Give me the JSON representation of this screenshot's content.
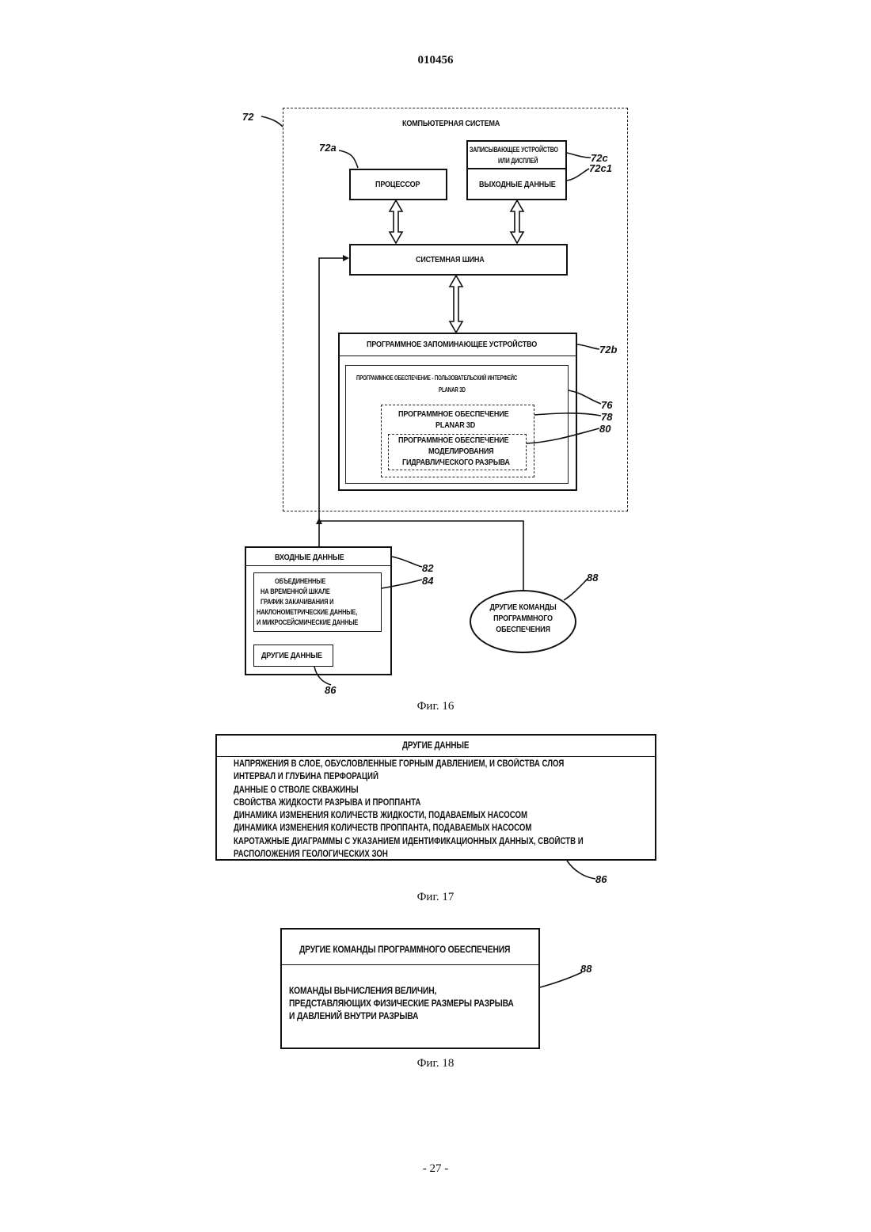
{
  "header": {
    "doc_number": "010456"
  },
  "fig16": {
    "ref_system": "72",
    "system_title": "КОМПЬЮТЕРНАЯ СИСТЕМА",
    "ref_processor": "72a",
    "processor": "ПРОЦЕССОР",
    "recorder_line1": "ЗАПИСЫВАЮЩЕЕ УСТРОЙСТВО",
    "recorder_line2": "ИЛИ ДИСПЛЕЙ",
    "ref_recorder": "72c",
    "ref_output": "72c1",
    "output_data": "ВЫХОДНЫЕ ДАННЫЕ",
    "system_bus": "СИСТЕМНАЯ ШИНА",
    "program_storage": "ПРОГРАММНОЕ ЗАПОМИНАЮЩЕЕ УСТРОЙСТВО",
    "ref_storage": "72b",
    "ui_line1": "ПРОГРАММНОЕ ОБЕСПЕЧЕНИЕ - ПОЛЬЗОВАТЕЛЬСКИЙ ИНТЕРФЕЙС",
    "ui_line2": "PLANAR 3D",
    "ref_ui": "76",
    "planar_line1": "ПРОГРАММНОЕ ОБЕСПЕЧЕНИЕ",
    "planar_line2": "PLANAR 3D",
    "ref_planar": "78",
    "model_line1": "ПРОГРАММНОЕ ОБЕСПЕЧЕНИЕ",
    "model_line2": "МОДЕЛИРОВАНИЯ",
    "model_line3": "ГИДРАВЛИЧЕСКОГО РАЗРЫВА",
    "ref_model": "80",
    "input_title": "ВХОДНЫЕ ДАННЫЕ",
    "ref_input": "82",
    "combined_lines": [
      "ОБЪЕДИНЕННЫЕ",
      "НА ВРЕМЕННОЙ ШКАЛЕ",
      "ГРАФИК ЗАКАЧИВАНИЯ И",
      "НАКЛОНОМЕТРИЧЕСКИЕ ДАННЫЕ,",
      "И МИКРОСЕЙСМИЧЕСКИЕ ДАННЫЕ"
    ],
    "ref_combined": "84",
    "other_data": "ДРУГИЕ ДАННЫЕ",
    "ref_other": "86",
    "other_cmd_lines": [
      "ДРУГИЕ КОМАНДЫ",
      "ПРОГРАММНОГО",
      "ОБЕСПЕЧЕНИЯ"
    ],
    "ref_other_cmd": "88",
    "caption": "Фиг. 16"
  },
  "fig17": {
    "title": "ДРУГИЕ ДАННЫЕ",
    "lines": [
      "НАПРЯЖЕНИЯ В СЛОЕ, ОБУСЛОВЛЕННЫЕ ГОРНЫМ ДАВЛЕНИЕМ, И СВОЙСТВА СЛОЯ",
      "ИНТЕРВАЛ И ГЛУБИНА ПЕРФОРАЦИЙ",
      "ДАННЫЕ О СТВОЛЕ СКВАЖИНЫ",
      "СВОЙСТВА ЖИДКОСТИ РАЗРЫВА И ПРОППАНТА",
      "ДИНАМИКА ИЗМЕНЕНИЯ КОЛИЧЕСТВ ЖИДКОСТИ, ПОДАВАЕМЫХ НАСОСОМ",
      "ДИНАМИКА ИЗМЕНЕНИЯ КОЛИЧЕСТВ ПРОППАНТА, ПОДАВАЕМЫХ НАСОСОМ",
      "КАРОТАЖНЫЕ ДИАГРАММЫ С УКАЗАНИЕМ ИДЕНТИФИКАЦИОННЫХ ДАННЫХ, СВОЙСТВ И",
      "РАСПОЛОЖЕНИЯ ГЕОЛОГИЧЕСКИХ ЗОН"
    ],
    "ref": "86",
    "caption": "Фиг. 17"
  },
  "fig18": {
    "title": "ДРУГИЕ КОМАНДЫ ПРОГРАММНОГО ОБЕСПЕЧЕНИЯ",
    "lines": [
      "КОМАНДЫ ВЫЧИСЛЕНИЯ ВЕЛИЧИН,",
      "ПРЕДСТАВЛЯЮЩИХ ФИЗИЧЕСКИЕ РАЗМЕРЫ РАЗРЫВА",
      "И ДАВЛЕНИЙ ВНУТРИ РАЗРЫВА"
    ],
    "ref": "88",
    "caption": "Фиг. 18"
  },
  "footer": {
    "page_number": "- 27 -"
  }
}
